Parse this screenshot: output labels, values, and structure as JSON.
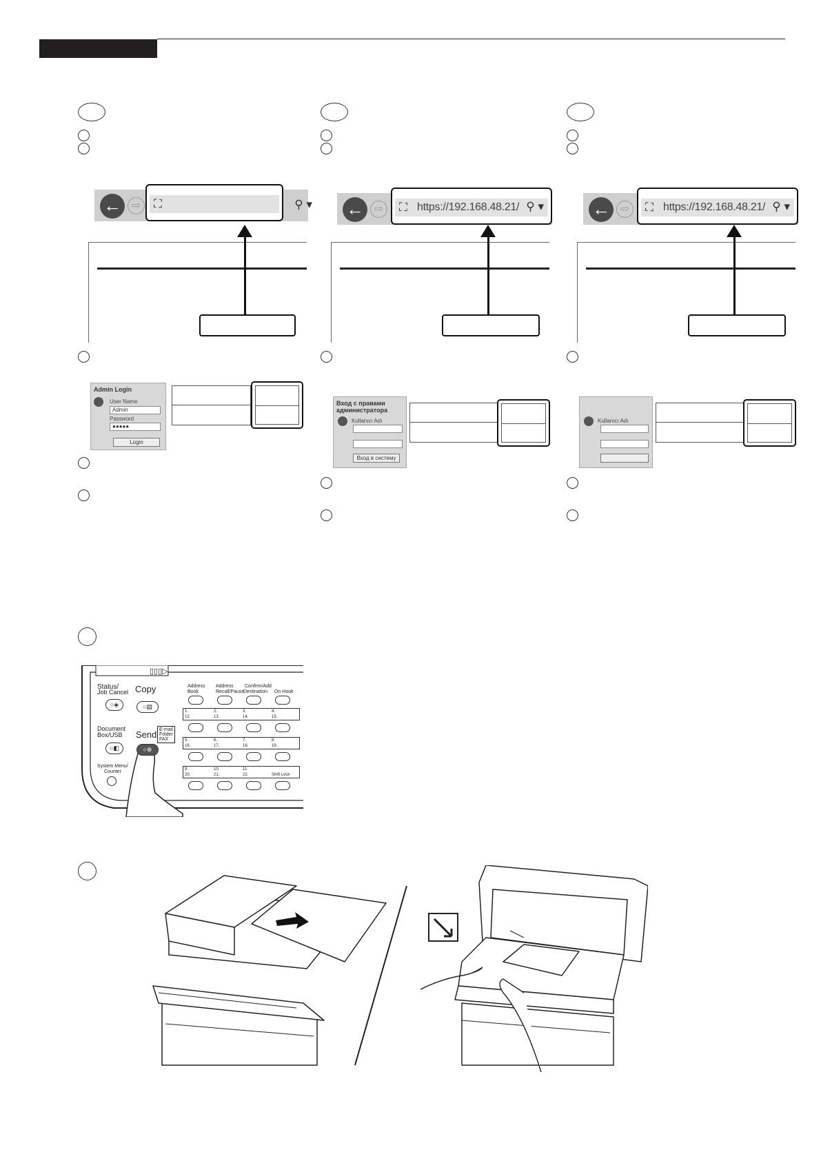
{
  "browser": {
    "back_glyph": "←",
    "forward_glyph": "⇨",
    "search_glyph": "⚲ ▾",
    "site_icon_glyph": "⛶",
    "columns": [
      {
        "url": ""
      },
      {
        "url": "https://192.168.48.21/"
      },
      {
        "url": "https://192.168.48.21/"
      }
    ]
  },
  "login_en": {
    "title": "Admin Login",
    "user_label": "User Name",
    "user_value": "Admin",
    "password_label": "Password",
    "password_value": "●●●●●",
    "button": "Login"
  },
  "login_ru": {
    "title_line1": "Вход с правами",
    "title_line2": "администратора",
    "user_label": "Kullanıcı Adı",
    "button": "Вход в систему"
  },
  "login_tr": {
    "user_label": "Kullanıcı Adı"
  },
  "control_panel": {
    "status_label": "Status/",
    "job_cancel_label": "Job Cancel",
    "copy_label": "Copy",
    "document_label": "Document",
    "box_usb_label": "Box/USB",
    "send_label": "Send",
    "email_label": "E-mail",
    "folder_label": "Folder",
    "fax_label": "FAX",
    "system_menu_label": "System Menu/",
    "counter_label": "Counter",
    "address_book_1": "Address",
    "address_book_2": "Book",
    "address_recall_1": "Address",
    "address_recall_2": "Recall/Pause",
    "confirm_add_1": "Confirm/Add",
    "confirm_add_2": "Destination",
    "on_hook": "On Hook",
    "shift_lock": "Shift Lock",
    "one_touch": [
      [
        "1.",
        "2.",
        "3.",
        "4."
      ],
      [
        "12.",
        "13.",
        "14.",
        "15."
      ],
      [
        "5.",
        "6.",
        "7.",
        "8."
      ],
      [
        "16.",
        "17.",
        "18.",
        "19."
      ],
      [
        "9.",
        "10.",
        "11.",
        ""
      ],
      [
        "20.",
        "21.",
        "22.",
        ""
      ]
    ]
  },
  "colors": {
    "ink": "#231f20",
    "bar_grey": "#cfcfcf",
    "panel_grey": "#d8d8d8"
  }
}
